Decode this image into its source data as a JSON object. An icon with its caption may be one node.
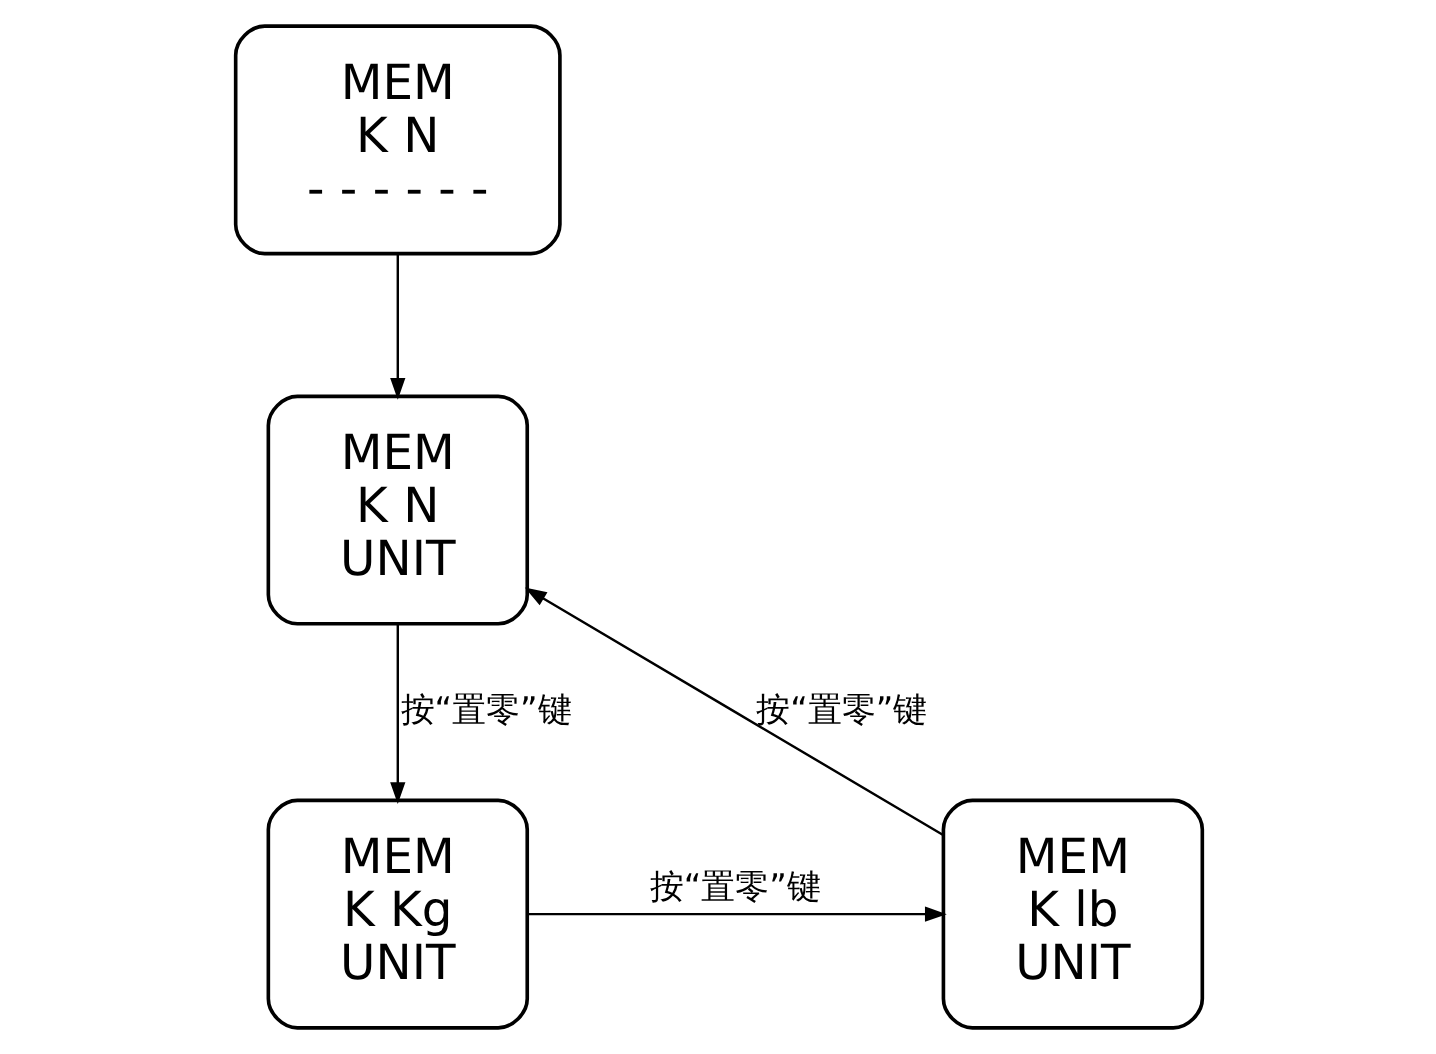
{
  "diagram": {
    "nodes": [
      {
        "text": [
          "MEM",
          "K N",
          "- - - - - -"
        ]
      },
      {
        "text": [
          "MEM",
          "K N",
          "UNIT"
        ]
      },
      {
        "text": [
          "MEM",
          "K Kg",
          "UNIT"
        ]
      },
      {
        "text": [
          "MEM",
          "K lb",
          "UNIT"
        ]
      }
    ],
    "edges": [
      {
        "from": 0,
        "to": 1,
        "arrow": "to"
      },
      {
        "from": 1,
        "to": 2,
        "arrow": "to",
        "label": "按“置零”键"
      },
      {
        "from": 2,
        "to": 3,
        "arrow": "to",
        "label": "按“置零”键"
      },
      {
        "from": 3,
        "to": 1,
        "arrow": "to",
        "label": "按“置零”键"
      }
    ]
  }
}
